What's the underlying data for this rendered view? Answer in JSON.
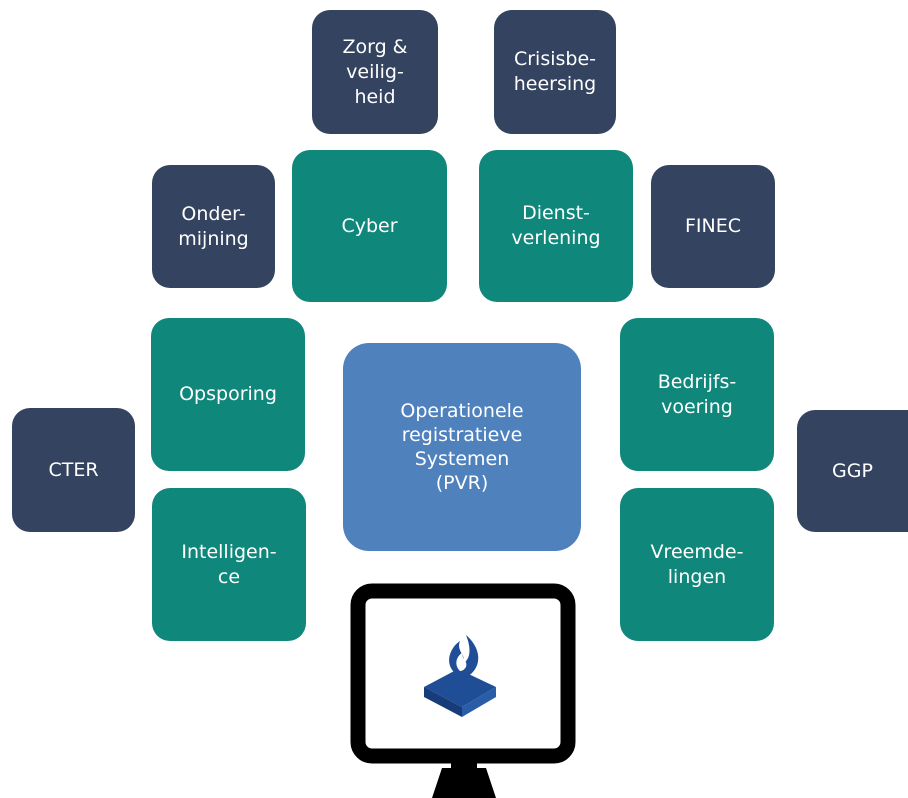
{
  "tiles": {
    "zorg": "Zorg &\nveilig-\nheid",
    "crisis": "Crisisbe-\nheersing",
    "ondermijning": "Onder-\nmijning",
    "cyber": "Cyber",
    "dienstverlening": "Dienst-\nverlening",
    "finec": "FINEC",
    "opsporing": "Opsporing",
    "bedrijfsvoering": "Bedrijfs-\nvoering",
    "cter": "CTER",
    "ggp": "GGP",
    "intelligence": "Intelligen-\nce",
    "vreemdelingen": "Vreemde-\nlingen"
  },
  "center": {
    "label": "Operationele\nregistratieve\nSystemen\n(PVR)"
  },
  "monitor": {
    "logo_icon": "police-logo-icon"
  },
  "colors": {
    "dark_tile": "#344360",
    "teal_tile": "#10877b",
    "center_tile": "#4f81bd",
    "monitor_frame": "#000000",
    "logo": "#1f4e96"
  }
}
